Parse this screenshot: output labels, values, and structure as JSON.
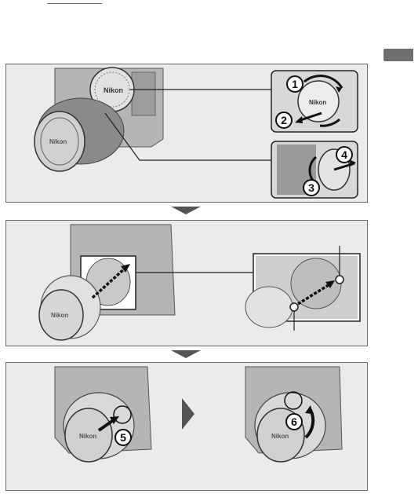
{
  "steps": [
    {
      "number": "1",
      "icon": "rotate-arrow-icon"
    },
    {
      "number": "2",
      "icon": "pull-out-arrow-icon"
    },
    {
      "number": "3",
      "icon": "rotate-arrow-icon"
    },
    {
      "number": "4",
      "icon": "pull-out-arrow-icon"
    },
    {
      "number": "5",
      "icon": "insert-arrow-icon"
    },
    {
      "number": "6",
      "icon": "rotate-arrow-icon"
    }
  ],
  "colors": {
    "panel": "#ebebeb",
    "border": "#6a6a6a",
    "tab": "#6f6f6f",
    "arrow": "#555555"
  }
}
